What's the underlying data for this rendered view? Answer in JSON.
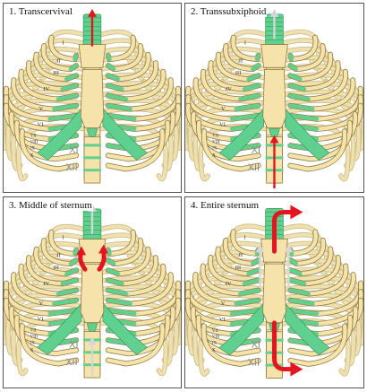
{
  "colors": {
    "bone": "#f6e3a9",
    "bone_stroke": "#8d7a45",
    "cartilage": "#5fd08d",
    "cartilage_stroke": "#2f8e57",
    "arrow_red": "#e4151f",
    "arrow_grey": "#d6d6d6"
  },
  "icons": [
    "rib-cage-illustration",
    "incision-arrow-icon"
  ],
  "panels": [
    {
      "title": "1. Transcervival"
    },
    {
      "title": "2. Transsubxiphoid"
    },
    {
      "title": "3. Middle of sternum"
    },
    {
      "title": "4. Entire sternum"
    }
  ],
  "rib_labels": [
    "I",
    "II",
    "III",
    "IV",
    "V",
    "VI",
    "VII",
    "VIII",
    "IX",
    "X",
    "XI",
    "XII"
  ]
}
